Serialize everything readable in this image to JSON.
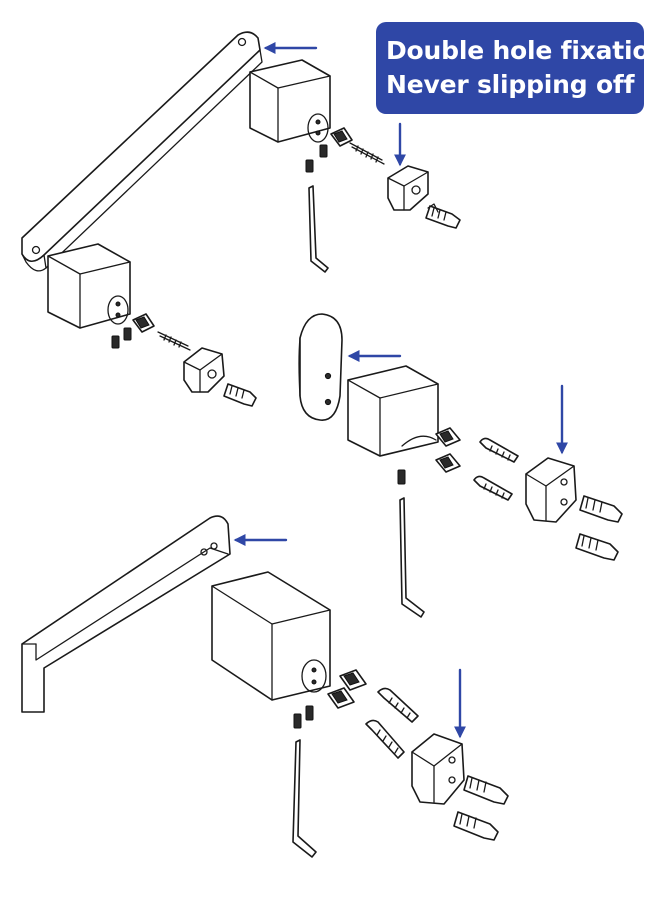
{
  "callout": {
    "lines": [
      "Double hole fixation",
      "Never slipping off"
    ],
    "background": "#2f47a6",
    "text_color": "#ffffff"
  },
  "arrow_color": "#2f47a6",
  "line_color": "#1a1a1a",
  "diagram_parts": [
    "towel-bar",
    "tube-mount",
    "mounting-block",
    "screw",
    "wall-anchor",
    "set-screw",
    "hex-key",
    "end-cap",
    "hook-arm"
  ]
}
